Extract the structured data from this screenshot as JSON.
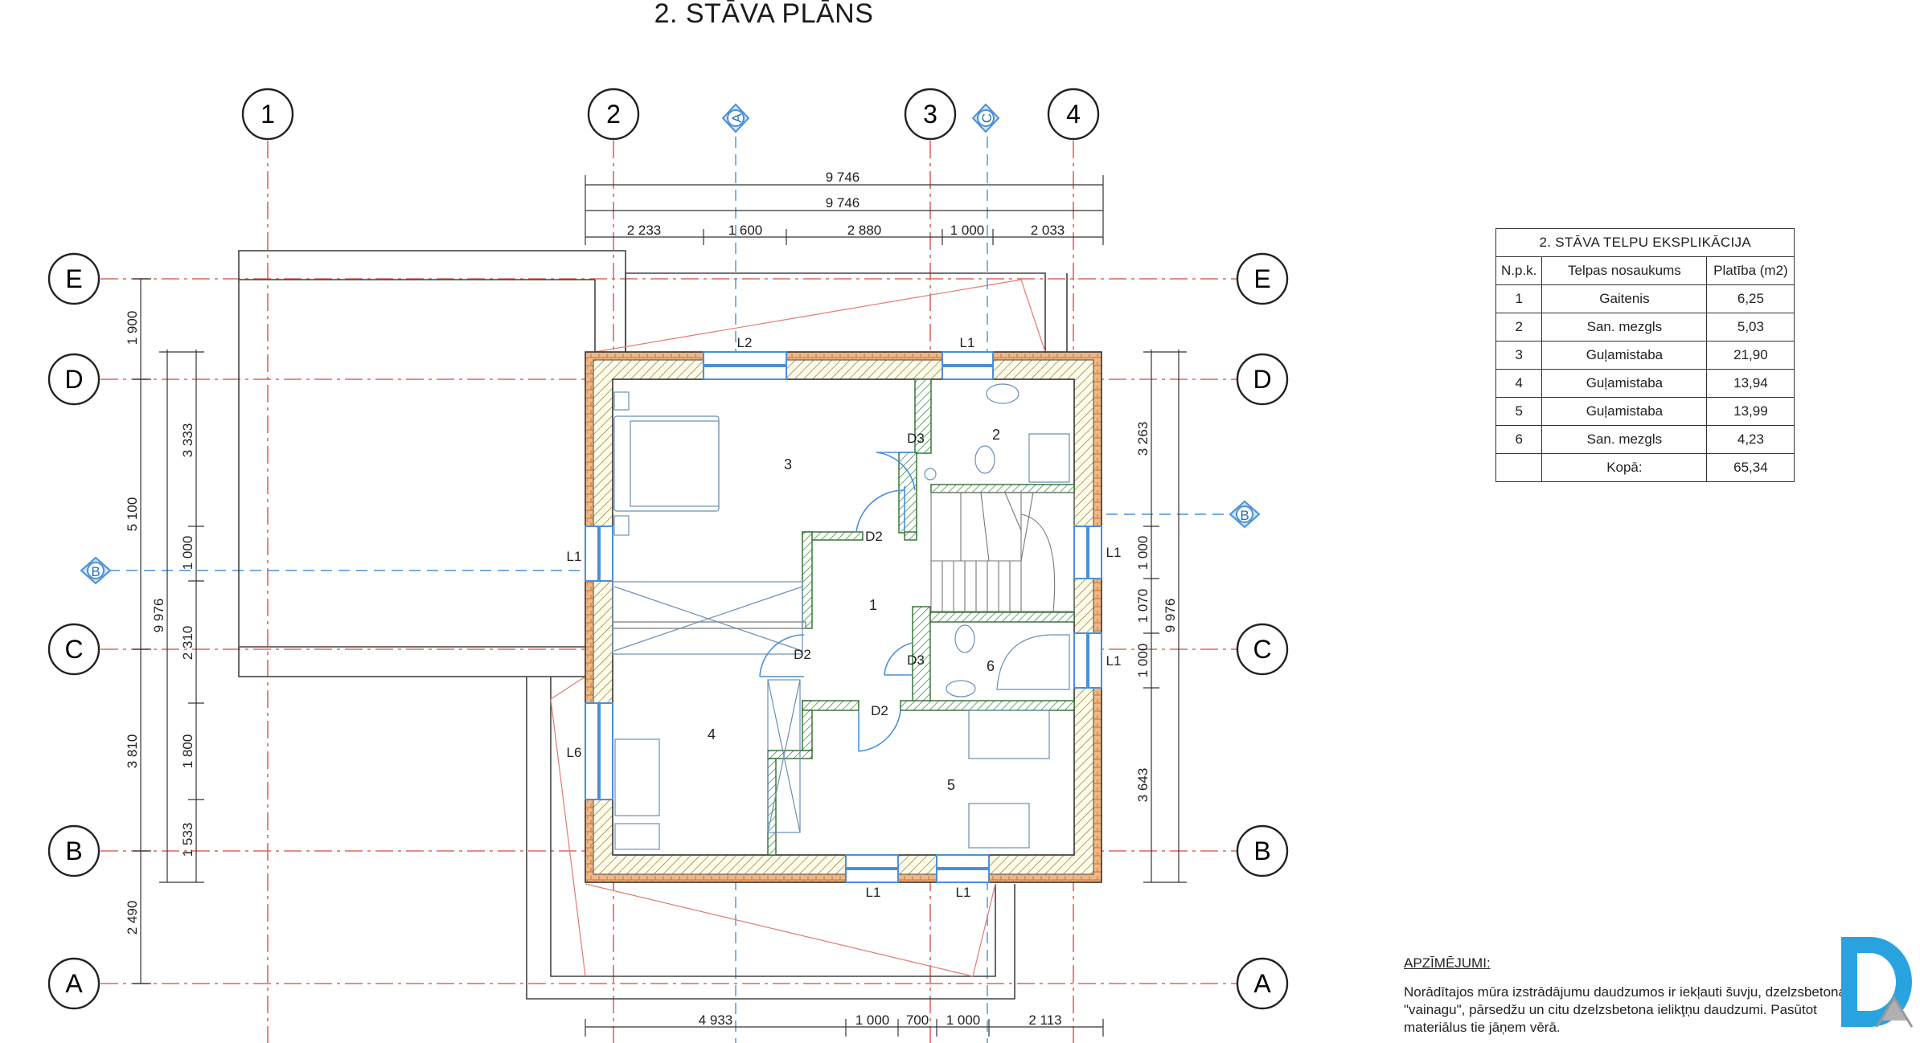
{
  "title": "2. STĀVA PLĀNS",
  "axes": {
    "vertical": [
      "1",
      "2",
      "3",
      "4"
    ],
    "horizontal": [
      "E",
      "D",
      "C",
      "B",
      "A"
    ],
    "sections": [
      "A",
      "C",
      "B",
      "B"
    ]
  },
  "dims_top": {
    "total1": "9 746",
    "total2": "9 746",
    "segments": [
      "2 233",
      "1 600",
      "2 880",
      "1 000",
      "2 033"
    ]
  },
  "dims_bottom": {
    "segments": [
      "4 933",
      "1 000",
      "700",
      "1 000",
      "2 113"
    ]
  },
  "dims_left": {
    "outer": [
      "1 900",
      "5 100",
      "3 810",
      "2 490"
    ],
    "total": "9 976",
    "inner": [
      "3 333",
      "1 000",
      "2 310",
      "1 800",
      "1 533"
    ]
  },
  "dims_right": {
    "outer": [
      "3 263",
      "1 000",
      "1 070",
      "1 000",
      "3 643"
    ],
    "total": "9 976"
  },
  "openings": {
    "windows": [
      "L2",
      "L1",
      "L1",
      "L1",
      "L1",
      "L6",
      "L1",
      "L1"
    ],
    "doors": [
      "D3",
      "D2",
      "D2",
      "D3",
      "D2"
    ]
  },
  "rooms": [
    "1",
    "2",
    "3",
    "4",
    "5",
    "6"
  ],
  "explication": {
    "caption": "2. STĀVA TELPU EKSPLIKĀCIJA",
    "headers": [
      "N.p.k.",
      "Telpas nosaukums",
      "Platība (m2)"
    ],
    "rows": [
      [
        "1",
        "Gaitenis",
        "6,25"
      ],
      [
        "2",
        "San. mezgls",
        "5,03"
      ],
      [
        "3",
        "Guļamistaba",
        "21,90"
      ],
      [
        "4",
        "Guļamistaba",
        "13,94"
      ],
      [
        "5",
        "Guļamistaba",
        "13,99"
      ],
      [
        "6",
        "San. mezgls",
        "4,23"
      ]
    ],
    "total_label": "Kopā:",
    "total_value": "65,34"
  },
  "notes": {
    "heading": "APZĪMĒJUMI:",
    "lines": [
      "Norādītajos mūra izstrādājumu daudzumos ir iekļauti šuvju, dzelzsbetona",
      "\"vainagu\", pārsedžu un citu dzelzsbetona ielikţņu daudzumi. Pasūtot",
      "materiālus tie jāņem vērā."
    ]
  },
  "colors": {
    "axis_line": "#e0665e",
    "section_blue": "#4a90d9",
    "brick": "#e8a870",
    "insulation": "#fff4d6",
    "inner_wall": "#3a7d44",
    "ink": "#333333"
  },
  "logo": {
    "letter": "D",
    "color": "#29a3e0"
  }
}
